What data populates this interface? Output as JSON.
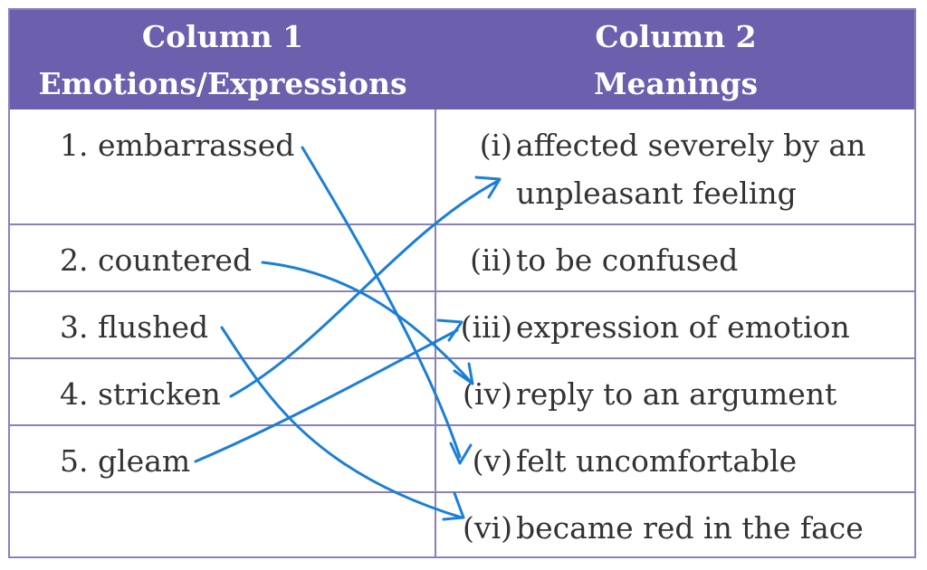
{
  "header": {
    "col1_line1": "Column 1",
    "col1_line2": "Emotions/Expressions",
    "col2_line1": "Column 2",
    "col2_line2": "Meanings"
  },
  "column1": [
    {
      "num": "1.",
      "word": "embarrassed"
    },
    {
      "num": "2.",
      "word": "countered"
    },
    {
      "num": "3.",
      "word": "flushed"
    },
    {
      "num": "4.",
      "word": "stricken"
    },
    {
      "num": "5.",
      "word": "gleam"
    }
  ],
  "column2": [
    {
      "roman": "(i)",
      "line1": "affected  severely  by  an",
      "line2": "unpleasant feeling"
    },
    {
      "roman": "(ii)",
      "line1": "to be confused"
    },
    {
      "roman": "(iii)",
      "line1": "expression of emotion"
    },
    {
      "roman": "(iv)",
      "line1": "reply to an argument"
    },
    {
      "roman": "(v)",
      "line1": "felt uncomfortable"
    },
    {
      "roman": "(vi)",
      "line1": "became red in the face"
    }
  ],
  "colors": {
    "header_bg": "#6c5fad",
    "grid": "#8a7fc0",
    "annotation": "#1b7fd6"
  }
}
